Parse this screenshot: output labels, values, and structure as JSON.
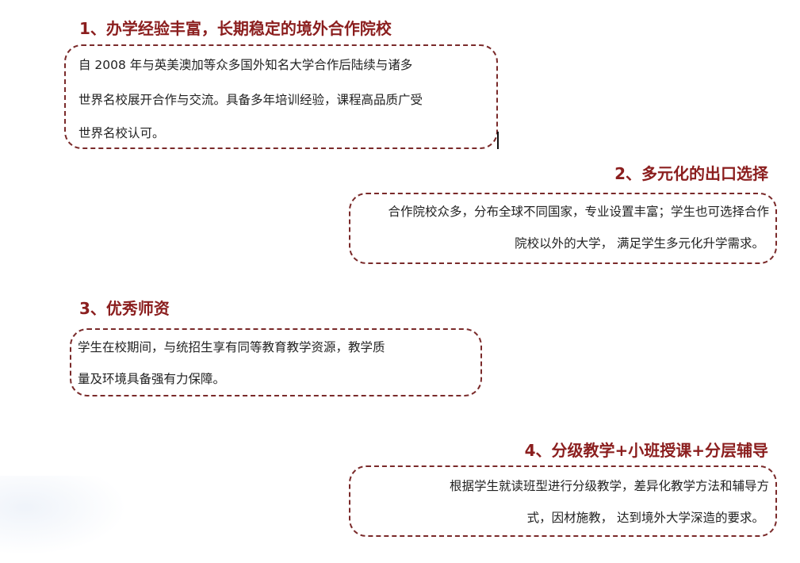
{
  "sections": [
    {
      "heading": "1、办学经验丰富，长期稳定的境外合作院校",
      "lines": [
        "自 2008 年与英美澳加等众多国外知名大学合作后陆续与诸多",
        "世界名校展开合作与交流。具备多年培训经验，课程高品质广受",
        "世界名校认可。"
      ]
    },
    {
      "heading": "2、多元化的出口选择",
      "lines": [
        "合作院校众多，分布全球不同国家，专业设置丰富；学生也可选择合作",
        "院校以外的大学， 满足学生多元化升学需求。"
      ]
    },
    {
      "heading": "3、优秀师资",
      "lines": [
        "学生在校期间，与统招生享有同等教育教学资源，教学质",
        "量及环境具备强有力保障。"
      ]
    },
    {
      "heading": "4、分级教学+小班授课+分层辅导",
      "lines": [
        "根据学生就读班型进行分级教学，差异化教学方法和辅导方",
        "式，因材施教， 达到境外大学深造的要求。"
      ]
    }
  ],
  "colors": {
    "heading": "#8b1e1e",
    "border": "#7a2a2a",
    "text": "#222222"
  }
}
